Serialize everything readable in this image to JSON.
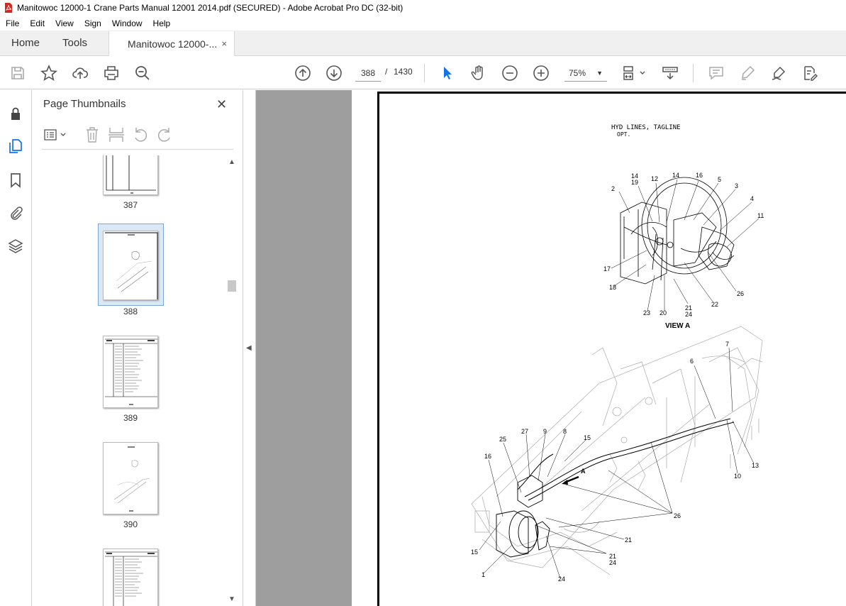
{
  "window": {
    "title": "Manitowoc 12000-1 Crane Parts Manual 12001 2014.pdf (SECURED) - Adobe Acrobat Pro DC (32-bit)"
  },
  "menu": [
    "File",
    "Edit",
    "View",
    "Sign",
    "Window",
    "Help"
  ],
  "tabs": {
    "home": "Home",
    "tools": "Tools",
    "document": "Manitowoc 12000-...",
    "close": "×"
  },
  "toolbar": {
    "current_page": "388",
    "separator": "/",
    "total_pages": "1430",
    "zoom": "75%",
    "zoom_caret": "▼"
  },
  "panel": {
    "title": "Page Thumbnails",
    "close": "✕",
    "thumbnails": [
      {
        "label": "387"
      },
      {
        "label": "388"
      },
      {
        "label": "389"
      },
      {
        "label": "390"
      }
    ],
    "scroll_up": "▲",
    "scroll_down": "▼",
    "collapse": "◀"
  },
  "page": {
    "title": "HYD LINES, TAGLINE",
    "subtitle": "OPT.",
    "view_label": "VIEW A",
    "arrow_label": "A",
    "callouts_view_a": [
      "14",
      "19",
      "12",
      "14",
      "16",
      "5",
      "3",
      "2",
      "4",
      "11",
      "17",
      "18",
      "23",
      "20",
      "21",
      "24",
      "22",
      "26"
    ],
    "callouts_main": [
      "7",
      "6",
      "27",
      "9",
      "8",
      "25",
      "15",
      "16",
      "13",
      "10",
      "26",
      "21",
      "15",
      "21",
      "24",
      "1",
      "24"
    ]
  },
  "colors": {
    "accent_blue": "#1473e6",
    "selection_bg": "#dbe9f7",
    "gray_bg": "#9e9e9e",
    "pdf_red": "#d7261e"
  }
}
